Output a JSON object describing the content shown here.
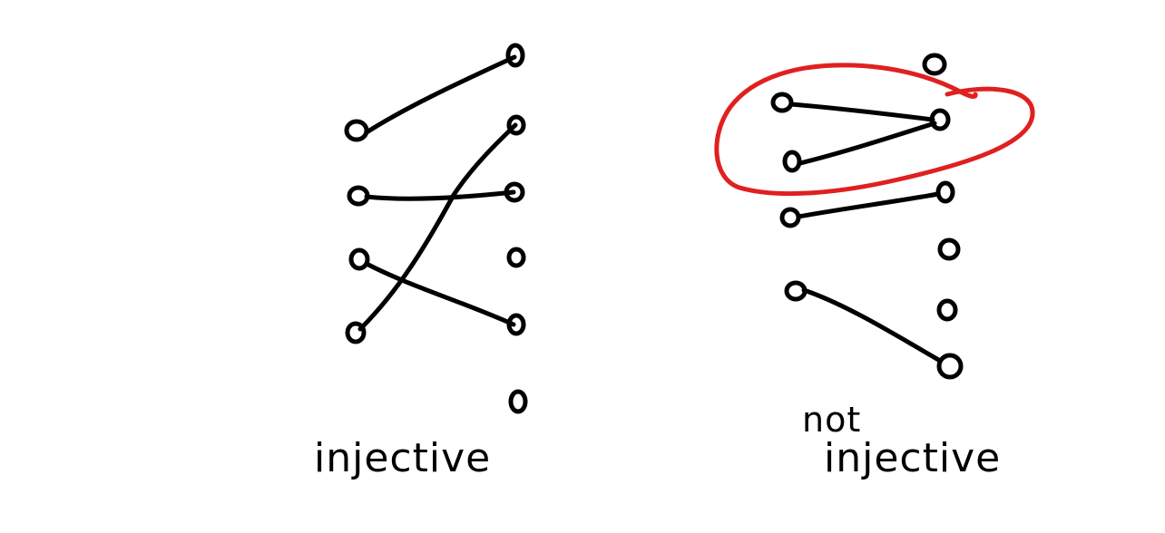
{
  "colors": {
    "ink": "#000000",
    "highlight": "#e02020",
    "background": "#ffffff"
  },
  "labels": {
    "left": "injective",
    "right_line1": "not",
    "right_line2": "injective"
  }
}
